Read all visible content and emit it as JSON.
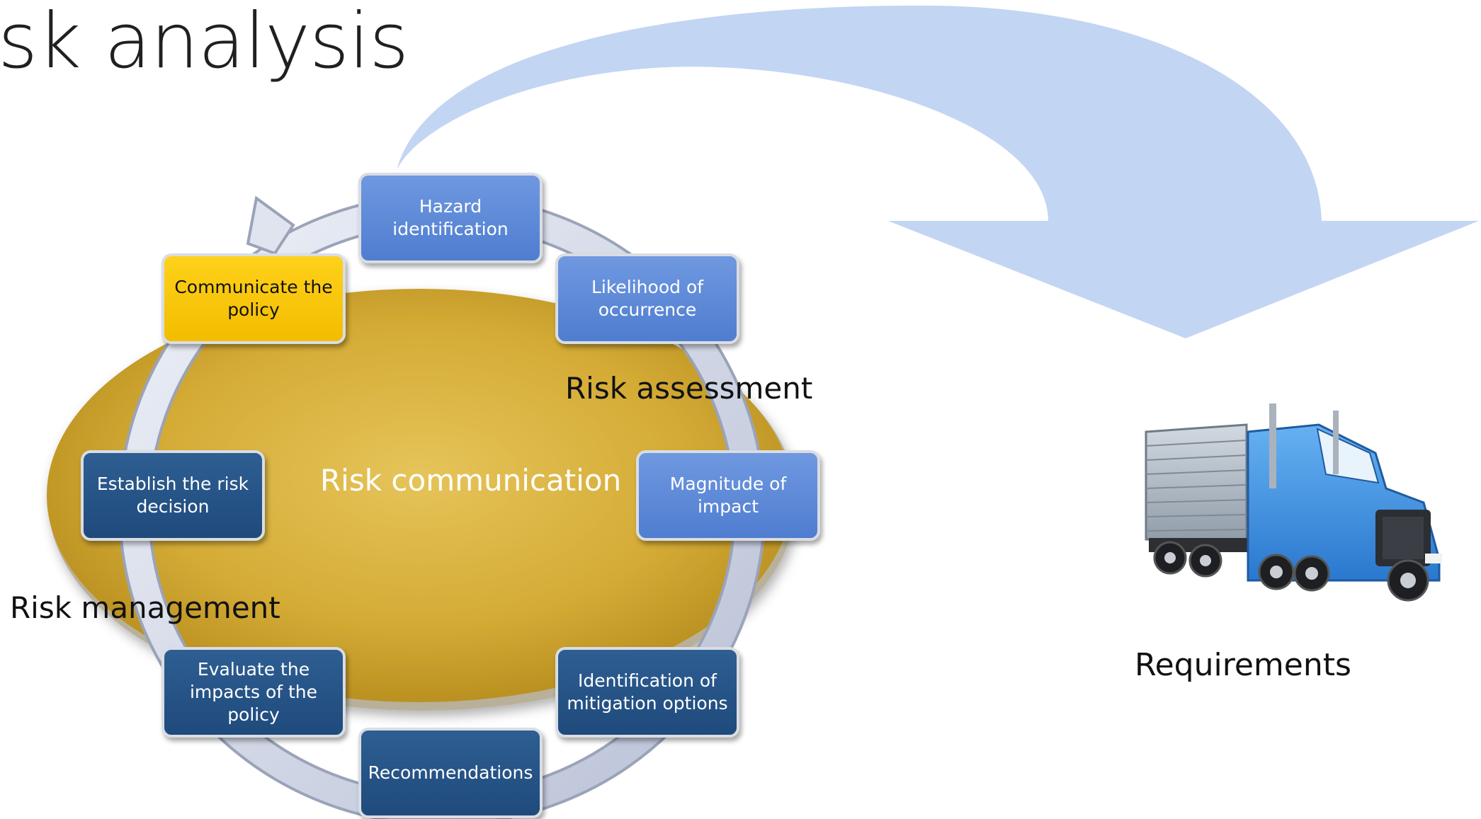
{
  "title": "isk analysis",
  "center_label": "Risk communication",
  "section_labels": {
    "assessment": "Risk assessment",
    "management": "Risk management"
  },
  "cycle_steps": [
    {
      "label": "Hazard identification",
      "style": "light"
    },
    {
      "label": "Likelihood of occurrence",
      "style": "light"
    },
    {
      "label": "Magnitude of impact",
      "style": "light"
    },
    {
      "label": "Identification of mitigation options",
      "style": "dark"
    },
    {
      "label": "Recommendations",
      "style": "dark"
    },
    {
      "label": "Evaluate the impacts of the policy",
      "style": "dark"
    },
    {
      "label": "Establish the risk decision",
      "style": "dark"
    },
    {
      "label": "Communicate the policy",
      "style": "yellow"
    }
  ],
  "requirements_label": "Requirements",
  "icons": {
    "truck": "truck-icon",
    "arrow": "curved-arrow"
  },
  "colors": {
    "disc": "#d4ab35",
    "ring": "#d2d7e6",
    "light_box": "#5a87d6",
    "dark_box": "#24548a",
    "highlight_box": "#ffcc00",
    "arrow": "#c2d5f3",
    "truck_cab": "#3d8fe0"
  }
}
